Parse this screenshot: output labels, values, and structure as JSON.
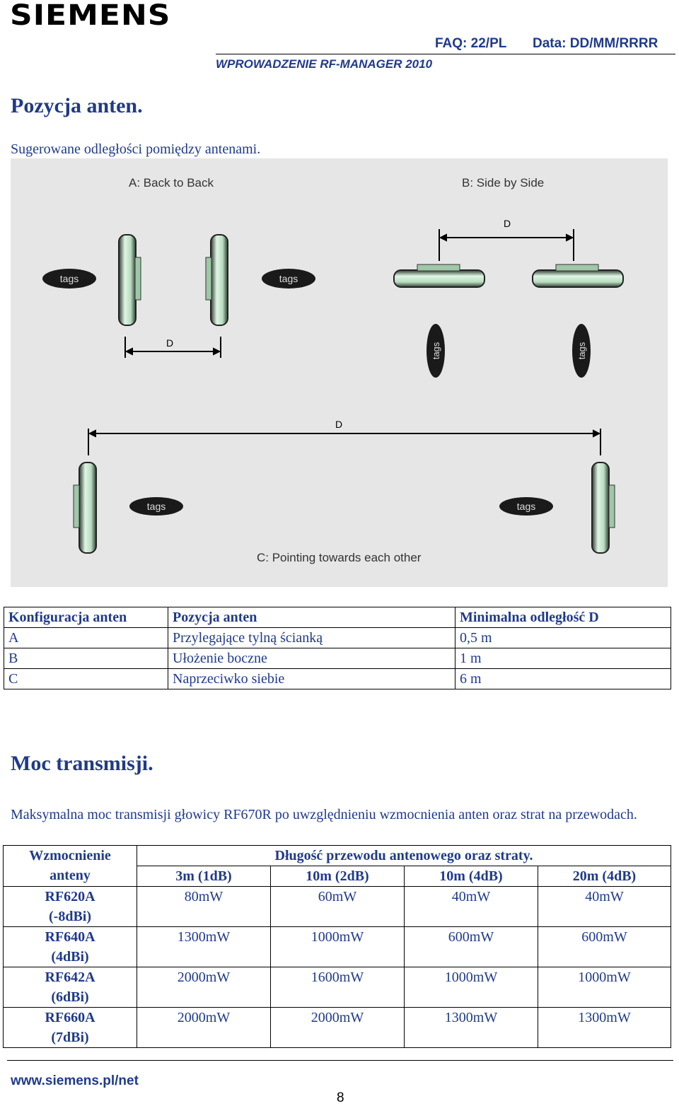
{
  "header": {
    "logo": "SIEMENS",
    "faq": "FAQ: 22/PL",
    "date": "Data: DD/MM/RRRR",
    "subtitle": "WPROWADZENIE RF-MANAGER 2010"
  },
  "section1": {
    "title": "Pozycja anten.",
    "description": "Sugerowane odległości pomiędzy antenami."
  },
  "diagram": {
    "label_a": "A: Back to Back",
    "label_b": "B: Side by Side",
    "label_c": "C: Pointing towards each other",
    "distance_label": "D",
    "tag_label": "tags"
  },
  "table1": {
    "headers": [
      "Konfiguracja anten",
      "Pozycja anten",
      "Minimalna odległość D"
    ],
    "rows": [
      [
        "A",
        "Przylegające tylną ścianką",
        "0,5 m"
      ],
      [
        "B",
        "Ułożenie boczne",
        "1 m"
      ],
      [
        "C",
        "Naprzeciwko siebie",
        "6 m"
      ]
    ]
  },
  "section2": {
    "title": "Moc transmisji.",
    "description": "Maksymalna moc transmisji głowicy RF670R po uwzględnieniu wzmocnienia anten oraz strat na przewodach."
  },
  "table2": {
    "gain_header": "Wzmocnienie anteny",
    "group_header": "Długość przewodu antenowego oraz straty.",
    "columns": [
      "3m (1dB)",
      "10m (2dB)",
      "10m (4dB)",
      "20m (4dB)"
    ],
    "rows": [
      {
        "antenna": "RF620A",
        "gain": "(-8dBi)",
        "values": [
          "80mW",
          "60mW",
          "40mW",
          "40mW"
        ]
      },
      {
        "antenna": "RF640A",
        "gain": "(4dBi)",
        "values": [
          "1300mW",
          "1000mW",
          "600mW",
          "600mW"
        ]
      },
      {
        "antenna": "RF642A",
        "gain": "(6dBi)",
        "values": [
          "2000mW",
          "1600mW",
          "1000mW",
          "1000mW"
        ]
      },
      {
        "antenna": "RF660A",
        "gain": "(7dBi)",
        "values": [
          "2000mW",
          "2000mW",
          "1300mW",
          "1300mW"
        ]
      }
    ]
  },
  "footer": {
    "url": "www.siemens.pl/net",
    "page": "8"
  }
}
